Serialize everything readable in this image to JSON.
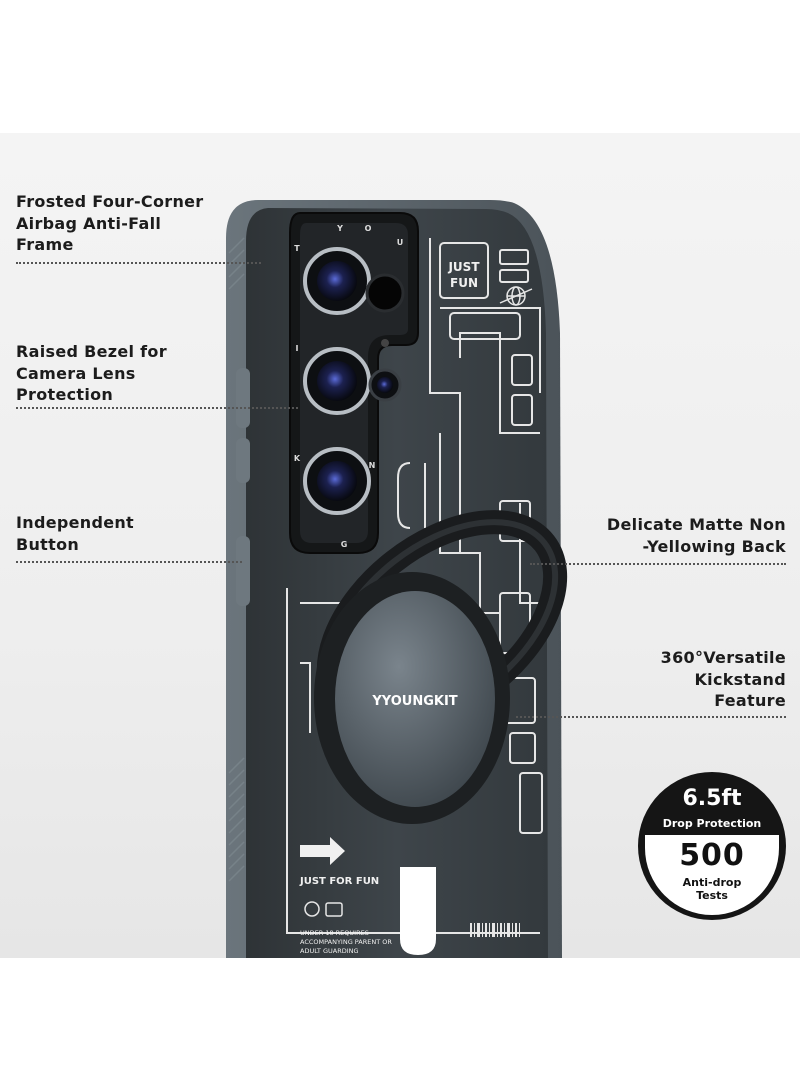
{
  "features_left": [
    {
      "text": "Frosted Four-Corner\nAirbag Anti-Fall\nFrame"
    },
    {
      "text": "Raised Bezel for\nCamera Lens\nProtection"
    },
    {
      "text": "Independent\nButton"
    }
  ],
  "features_right": [
    {
      "text": "Delicate Matte Non\n-Yellowing Back"
    },
    {
      "text": "360°Versatile\nKickstand\nFeature"
    }
  ],
  "case_print": {
    "badge_line1": "JUST",
    "badge_line2": "FUN",
    "lens_letters": [
      "Y",
      "O",
      "U",
      "N",
      "G",
      "K",
      "I",
      "T"
    ],
    "brand": "YYOUNGKIT",
    "slogan": "JUST FOR FUN",
    "warning_line1": "UNDER 18 REQUIRES",
    "warning_line2": "ACCOMPANYING PARENT OR",
    "warning_line3": "ADULT GUARDING"
  },
  "badge": {
    "top_value": "6.5ft",
    "top_label": "Drop Protection",
    "bottom_value": "500",
    "bottom_label": "Anti-drop\nTests"
  },
  "colors": {
    "case_body": "#3b4146",
    "case_edge": "#5a646b",
    "print_lines": "#e8e8e8",
    "label_text": "#1c1c1c",
    "badge_dark": "#151515"
  }
}
